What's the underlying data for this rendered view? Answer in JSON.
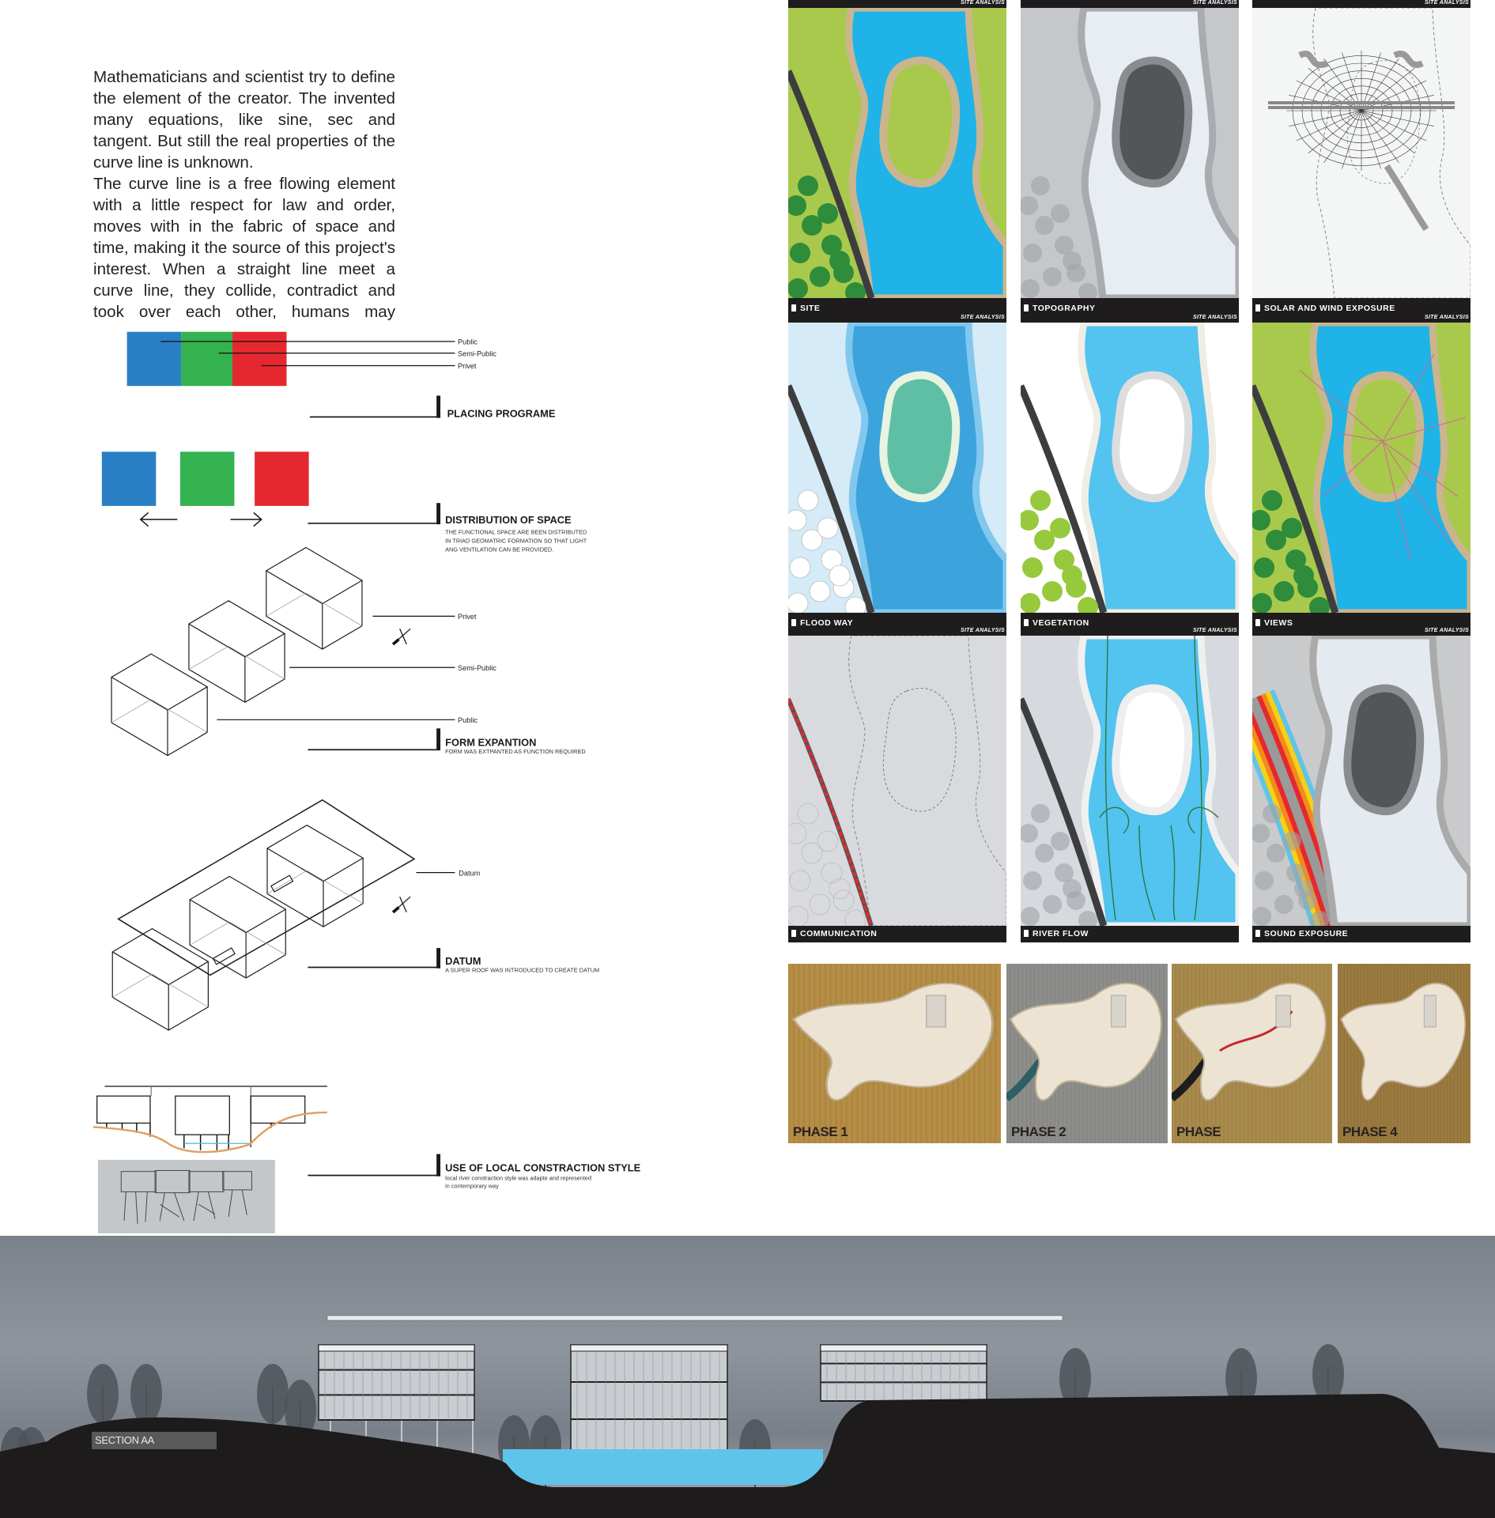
{
  "intro": {
    "paragraph_1": "Mathematicians and scientist try to define the element of the creator. The invented many equations, like sine, sec and tangent. But still the real properties of the curve line is unknown.",
    "paragraph_2": "The curve line is a free flowing element with a little respect for law and order, moves with in the fabric of space and time, making it the source of this project's interest. When a straight line meet a curve line, they collide, contradict and took over each other, humans may"
  },
  "colors": {
    "public": "#2a7fc4",
    "semi_public": "#33b24f",
    "privet": "#e5282f"
  },
  "placing": {
    "labels": [
      "Public",
      "Semi-Public",
      "Privet"
    ],
    "title": "PLACING PROGRAME"
  },
  "distribution": {
    "title": "DISTRIBUTION OF SPACE",
    "desc": [
      "THE FUNCTIONAL SPACE ARE BEEN DISTRIBUTED",
      "IN TRIAD GEOMATRIC FORMATION SO THAT LIGHT",
      "ANG VENTILATION CAN BE PROVIDED."
    ]
  },
  "form": {
    "labels": [
      "Privet",
      "Semi-Public",
      "Public"
    ],
    "title": "FORM EXPANTION",
    "desc": "FORM WAS EXTPANTED AS FUNCTION REQUIRED"
  },
  "datum": {
    "label": "Datum",
    "title": "DATUM",
    "desc": "A SUPER ROOF WAS INTRODUCED TO CREATE DATUM"
  },
  "local": {
    "title": "USE OF LOCAL CONSTRACTION STYLE",
    "desc": [
      "local river constraction style was adapte and represented",
      "in contemporary way"
    ]
  },
  "site_analysis": {
    "header": "SITE ANALYSIS",
    "panels": [
      {
        "caption": "SITE",
        "type": "site"
      },
      {
        "caption": "TOPOGRAPHY",
        "type": "topo"
      },
      {
        "caption": "SOLAR AND WIND EXPOSURE",
        "type": "solar"
      },
      {
        "caption": "FLOOD WAY",
        "type": "flood"
      },
      {
        "caption": "VEGETATION",
        "type": "veg"
      },
      {
        "caption": "VIEWS",
        "type": "views"
      },
      {
        "caption": "COMMUNICATION",
        "type": "comm"
      },
      {
        "caption": "RIVER FLOW",
        "type": "flow"
      },
      {
        "caption": "SOUND EXPOSURE",
        "type": "sound"
      }
    ]
  },
  "phases": [
    "PHASE 1",
    "PHASE 2",
    "PHASE",
    "PHASE 4"
  ],
  "section": {
    "label": "SECTION AA"
  }
}
